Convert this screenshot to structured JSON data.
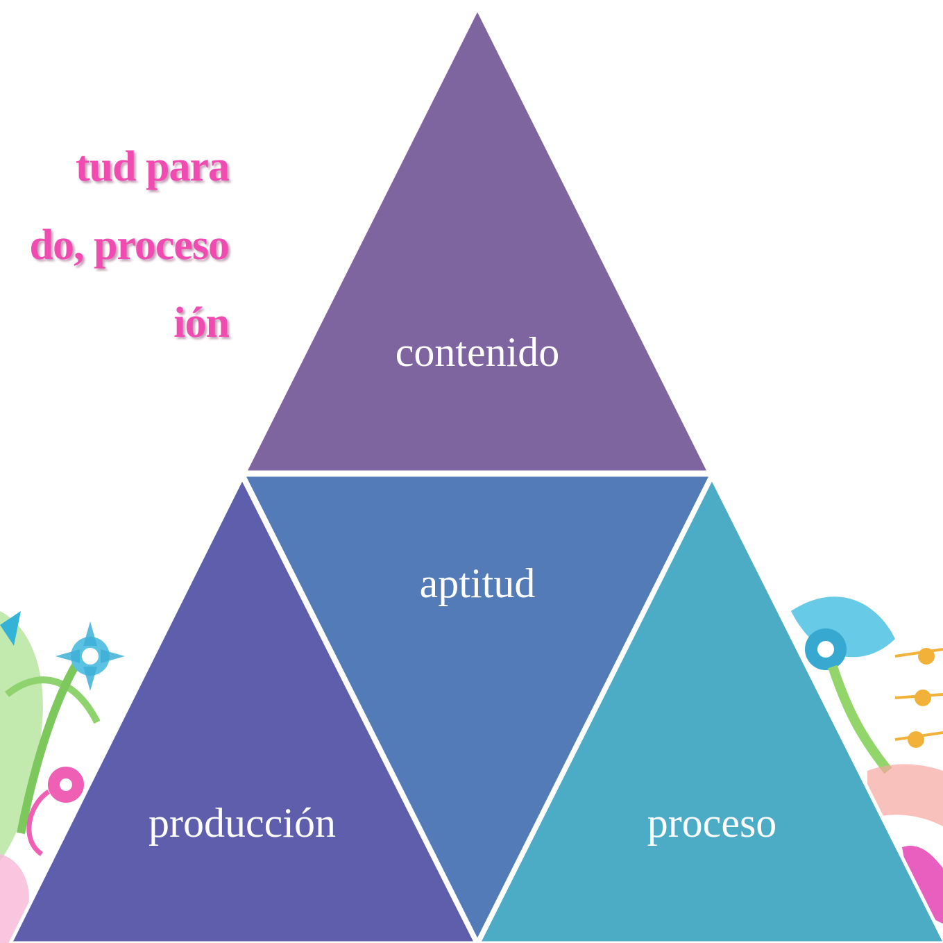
{
  "heading": {
    "lines": [
      "tud para",
      "do, proceso",
      "ión"
    ]
  },
  "diagram": {
    "segments": {
      "top": {
        "label": "contenido",
        "color": "#7f65a0"
      },
      "center": {
        "label": "aptitud",
        "color": "#527bb8"
      },
      "left": {
        "label": "producción",
        "color": "#5f5ead"
      },
      "right": {
        "label": "proceso",
        "color": "#4cacc6"
      }
    }
  },
  "colors": {
    "heading_text": "#f04bb0",
    "separator": "#ffffff"
  }
}
